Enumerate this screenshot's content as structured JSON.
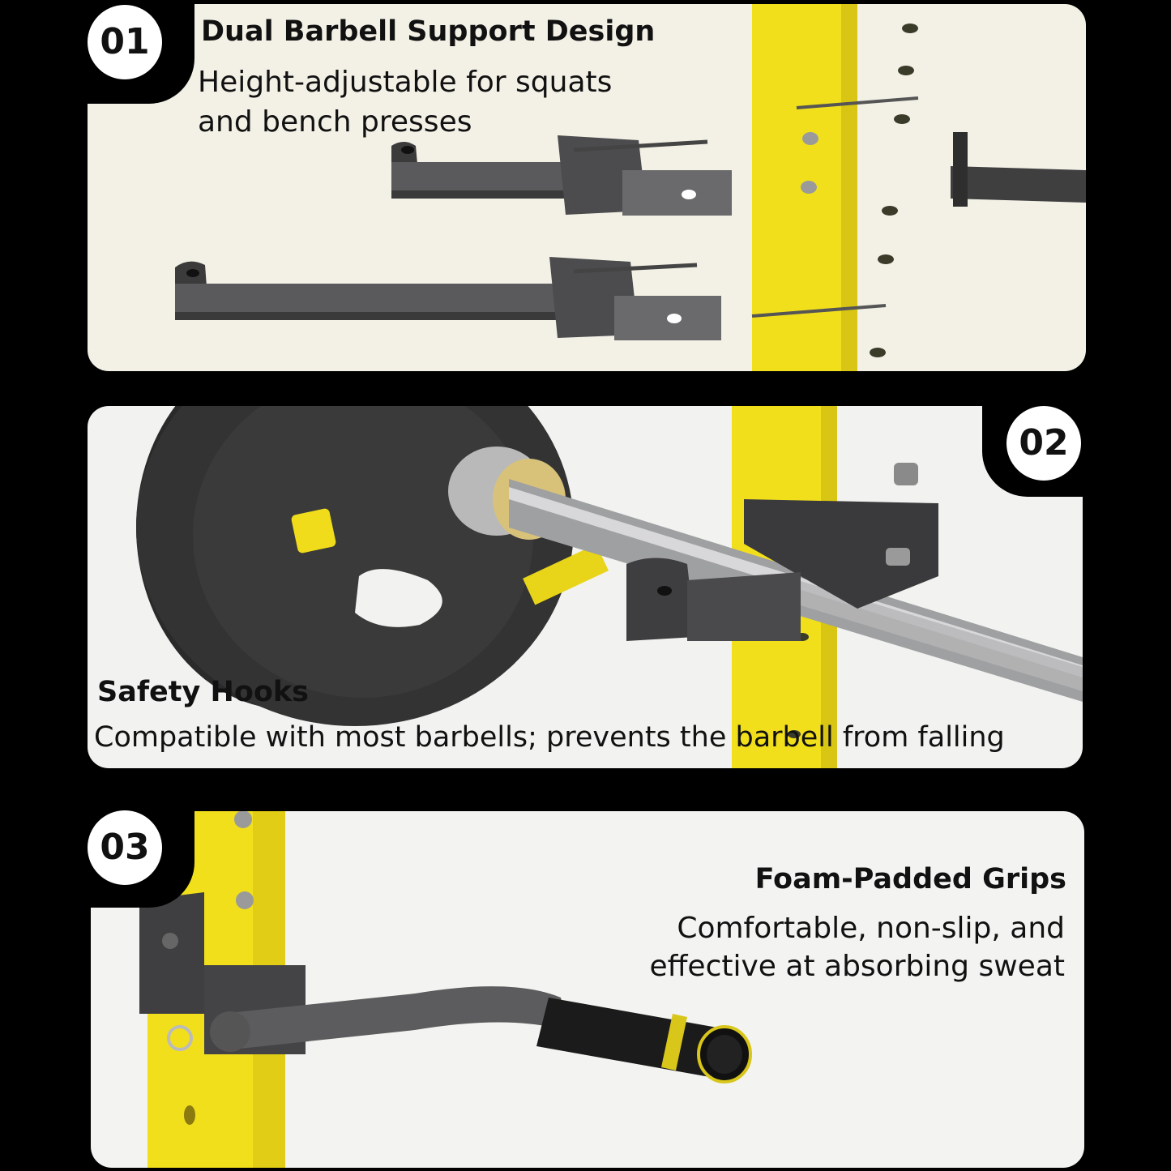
{
  "sections": [
    {
      "number": "01",
      "title": "Dual Barbell Support Design",
      "description_lines": [
        "Height-adjustable for squats",
        "and bench presses"
      ]
    },
    {
      "number": "02",
      "title": "Safety Hooks",
      "description_lines": [
        "Compatible with most barbells; prevents the barbell from falling"
      ]
    },
    {
      "number": "03",
      "title": "Foam-Padded Grips",
      "description_lines": [
        "Comfortable, non-slip, and",
        "effective at absorbing sweat"
      ]
    }
  ],
  "colors": {
    "rack_yellow": "#f2df1c",
    "steel_gray": "#4a4a4c",
    "background": "#000000"
  }
}
